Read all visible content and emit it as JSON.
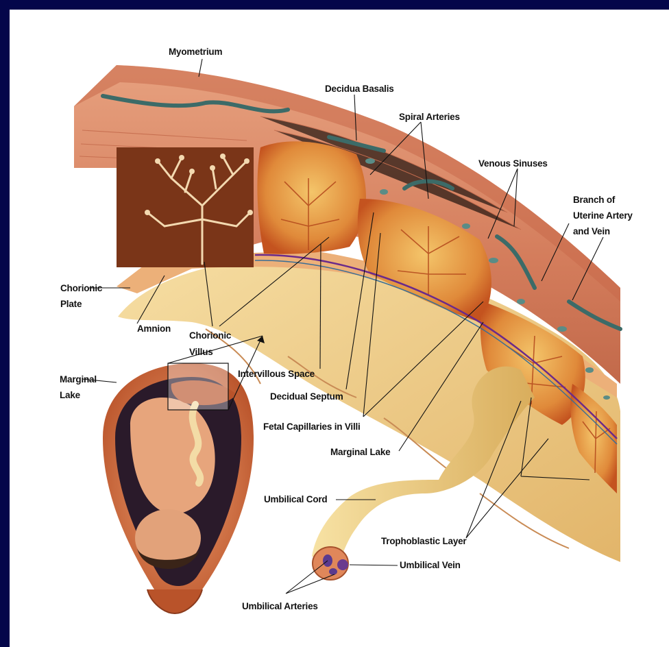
{
  "labels": {
    "myometrium": "Myometrium",
    "decidua_basalis": "Decidua Basalis",
    "spiral_arteries": "Spiral Arteries",
    "venous_sinuses": "Venous Sinuses",
    "branch_line1": "Branch of",
    "branch_line2": "Uterine Artery",
    "branch_line3": "and Vein",
    "chorionic_plate_line1": "Chorionic",
    "chorionic_plate_line2": "Plate",
    "amnion": "Amnion",
    "chorionic_villus_line1": "Chorionic",
    "chorionic_villus_line2": "Villus",
    "intervillous_space": "Intervillous Space",
    "marginal_lake_left_line1": "Marginal",
    "marginal_lake_left_line2": "Lake",
    "decidual_septum": "Decidual Septum",
    "fetal_capillaries": "Fetal Capillaries in Villi",
    "marginal_lake": "Marginal Lake",
    "umbilical_cord": "Umbilical Cord",
    "trophoblastic_layer": "Trophoblastic Layer",
    "umbilical_vein": "Umbilical Vein",
    "umbilical_arteries": "Umbilical Arteries"
  },
  "colors": {
    "frame": "#04064a",
    "panel": "#ffffff",
    "myometrium": "#d9886a",
    "decidua": "#e59a6f",
    "villi": "#c9501f",
    "intervillous": "#f2c46a",
    "sinus": "#5a8c86",
    "amnion": "#f0d38e",
    "cord": "#f0cf7e"
  },
  "icons": [
    "uterus-fetus-illustration",
    "placenta-cross-section-illustration",
    "umbilical-cord-illustration"
  ]
}
